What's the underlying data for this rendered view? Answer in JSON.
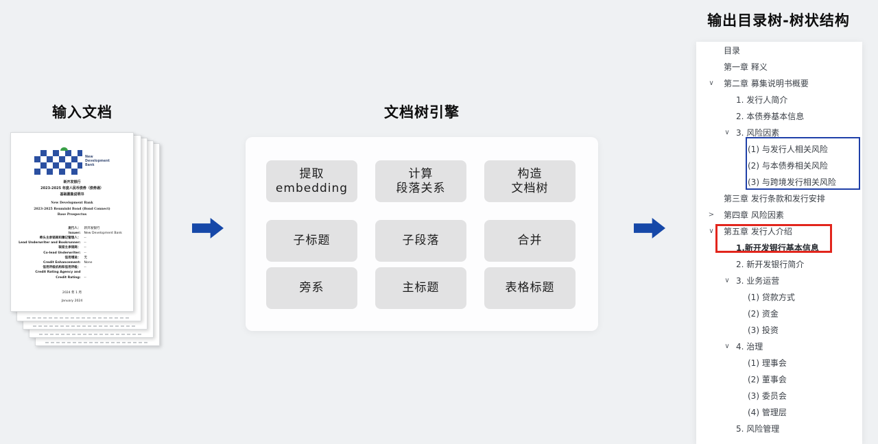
{
  "colors": {
    "arrow_blue": "#1648a8",
    "highlight_blue": "#1e3fa8",
    "highlight_red": "#e2251c",
    "logo_blue": "#2b50a1",
    "logo_green": "#3a9f48"
  },
  "input_section": {
    "title": "输入文档",
    "document": {
      "logo_text": "New\nDevelopment\nBank",
      "title_zh_lines": [
        "新开发银行",
        "2023-2025 年度人民币债券（债券通）",
        "基础募集说明书"
      ],
      "title_en_lines": [
        "New Development Bank",
        "2023-2025 Renminbi Bond (Bond Connect)",
        "Base Prospectus"
      ],
      "field_lines": [
        {
          "label": "发行人：",
          "value": "新开发银行"
        },
        {
          "label": "Issuer:",
          "value": "New Development Bank"
        },
        {
          "label": "牵头主承销商和簿记管理人：",
          "value": "--"
        },
        {
          "label": "Lead Underwriter and Bookrunner:",
          "value": "--"
        },
        {
          "label": "联席主承销商：",
          "value": "--"
        },
        {
          "label": "Co-lead Underwriter:",
          "value": "--"
        },
        {
          "label": "信用增进：",
          "value": "无"
        },
        {
          "label": "Credit Enhancement:",
          "value": "None"
        },
        {
          "label": "信用评级机构和信用评级：",
          "value": "--"
        },
        {
          "label": "Credit Rating Agency and",
          "value": ""
        },
        {
          "label": "Credit Rating:",
          "value": "--"
        }
      ],
      "date_zh": "2024 年 1 月",
      "date_en": "January 2024"
    }
  },
  "engine_section": {
    "title": "文档树引擎",
    "boxes": [
      {
        "line1": "提取",
        "line2": "embedding"
      },
      {
        "line1": "计算",
        "line2": "段落关系"
      },
      {
        "line1": "构造",
        "line2": "文档树"
      },
      {
        "line1": "子标题"
      },
      {
        "line1": "子段落"
      },
      {
        "line1": "合并"
      },
      {
        "line1": "旁系"
      },
      {
        "line1": "主标题"
      },
      {
        "line1": "表格标题"
      }
    ]
  },
  "output_section": {
    "title": "输出目录树-树状结构",
    "tree": [
      {
        "label": "目录",
        "level": 0
      },
      {
        "label": "第一章 释义",
        "level": 0
      },
      {
        "label": "第二章 募集说明书概要",
        "level": 0,
        "chevron": "down"
      },
      {
        "label": "1. 发行人简介",
        "level": 1
      },
      {
        "label": "2. 本债券基本信息",
        "level": 1
      },
      {
        "label": "3. 风险因素",
        "level": 1,
        "chevron": "down"
      },
      {
        "label": "(1) 与发行人相关风险",
        "level": 2
      },
      {
        "label": "(2) 与本债券相关风险",
        "level": 2
      },
      {
        "label": "(3) 与跨境发行相关风险",
        "level": 2
      },
      {
        "label": "第三章 发行条款和发行安排",
        "level": 0
      },
      {
        "label": "第四章 风险因素",
        "level": 0,
        "chevron": "right"
      },
      {
        "label": "第五章 发行人介绍",
        "level": 0,
        "chevron": "down"
      },
      {
        "label": "1.新开发银行基本信息",
        "level": 1,
        "bold": true
      },
      {
        "label": "2. 新开发银行简介",
        "level": 1
      },
      {
        "label": "3. 业务运营",
        "level": 1,
        "chevron": "down"
      },
      {
        "label": "(1) 贷款方式",
        "level": 2
      },
      {
        "label": "(2) 资金",
        "level": 2
      },
      {
        "label": "(3) 投资",
        "level": 2
      },
      {
        "label": "4. 治理",
        "level": 1,
        "chevron": "down"
      },
      {
        "label": "(1) 理事会",
        "level": 2
      },
      {
        "label": "(2) 董事会",
        "level": 2
      },
      {
        "label": "(3) 委员会",
        "level": 2
      },
      {
        "label": "(4) 管理层",
        "level": 2
      },
      {
        "label": "5. 风险管理",
        "level": 1
      }
    ]
  }
}
